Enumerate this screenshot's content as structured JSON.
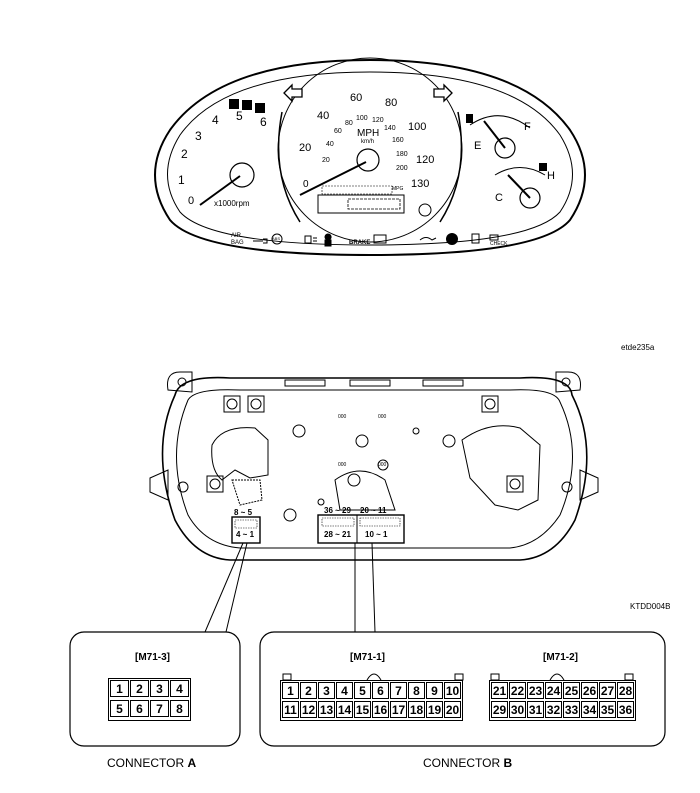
{
  "gauge_cluster": {
    "tachometer": {
      "ticks": [
        "0",
        "1",
        "2",
        "3",
        "4",
        "5",
        "6"
      ],
      "unit": "x1000rpm"
    },
    "speedometer": {
      "mph_ticks": [
        "0",
        "20",
        "40",
        "60",
        "80",
        "100",
        "120",
        "130"
      ],
      "kmh_ticks": [
        "20",
        "40",
        "60",
        "80",
        "100",
        "120",
        "140",
        "160",
        "180",
        "200"
      ],
      "mph_label": "MPH",
      "kmh_label": "km/h",
      "mpg_label": "MPG"
    },
    "fuel": {
      "empty": "E",
      "full": "F"
    },
    "temp": {
      "cold": "C",
      "hot": "H"
    },
    "warning_lights": [
      "AIR BAG",
      "ABS",
      "BRAKE",
      "CHECK"
    ]
  },
  "figure_codes": {
    "top": "etde235a",
    "bottom": "KTDD004B"
  },
  "rear_connectors": {
    "a_top": "8 ~ 5",
    "a_bottom": "4 ~ 1",
    "b1_top": "36 ~ 29",
    "b2_top": "20 ~ 11",
    "b1_bottom": "28 ~ 21",
    "b2_bottom": "10 ~ 1"
  },
  "connector_a": {
    "title": "[M71-3]",
    "row1": [
      "1",
      "2",
      "3",
      "4"
    ],
    "row2": [
      "5",
      "6",
      "7",
      "8"
    ],
    "caption_prefix": "CONNECTOR ",
    "caption_letter": "A"
  },
  "connector_b1": {
    "title": "[M71-1]",
    "row1": [
      "1",
      "2",
      "3",
      "4",
      "5",
      "6",
      "7",
      "8",
      "9",
      "10"
    ],
    "row2": [
      "11",
      "12",
      "13",
      "14",
      "15",
      "16",
      "17",
      "18",
      "19",
      "20"
    ]
  },
  "connector_b2": {
    "title": "[M71-2]",
    "row1": [
      "21",
      "22",
      "23",
      "24",
      "25",
      "26",
      "27",
      "28"
    ],
    "row2": [
      "29",
      "30",
      "31",
      "32",
      "33",
      "34",
      "35",
      "36"
    ]
  },
  "connector_b_caption": {
    "prefix": "CONNECTOR ",
    "letter": "B"
  }
}
